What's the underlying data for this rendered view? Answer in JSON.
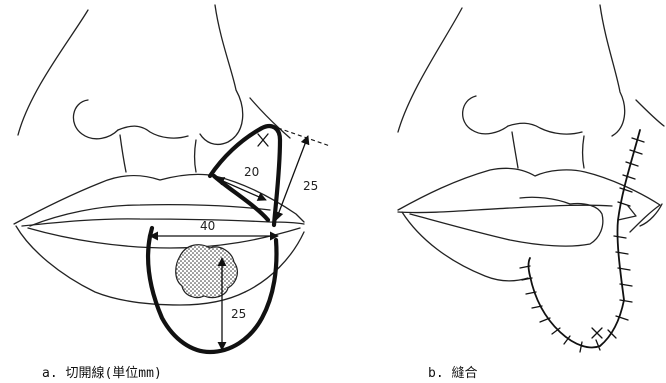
{
  "panel_a": {
    "caption": "a. 切開線(単位mm)",
    "dimensions": {
      "flap_width": "20",
      "flap_height": "25",
      "excision_width": "40",
      "excision_height": "25"
    }
  },
  "panel_b": {
    "caption": "b. 縫合"
  }
}
